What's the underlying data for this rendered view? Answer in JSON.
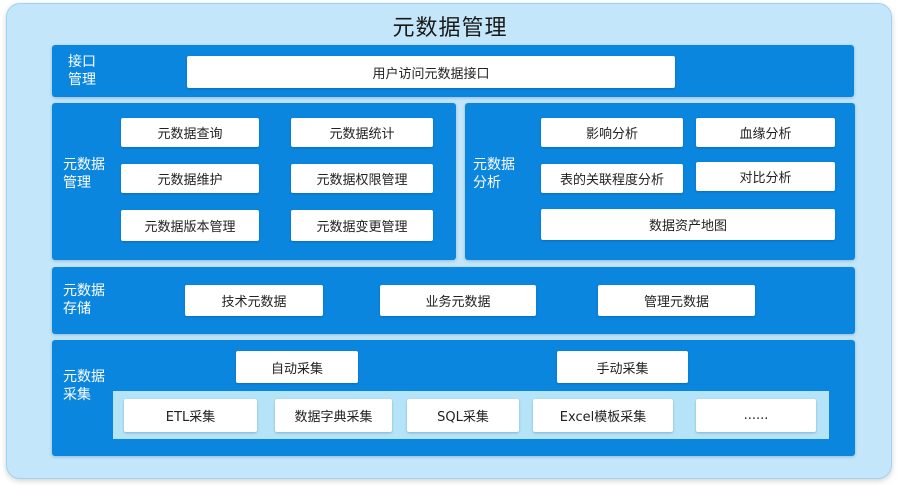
{
  "title": "元数据管理",
  "interface": {
    "label_line1": "接口",
    "label_line2": "管理",
    "items": [
      "用户访问元数据接口"
    ]
  },
  "management": {
    "label_line1": "元数据",
    "label_line2": "管理",
    "items": [
      "元数据查询",
      "元数据统计",
      "元数据维护",
      "元数据权限管理",
      "元数据版本管理",
      "元数据变更管理"
    ]
  },
  "analysis": {
    "label_line1": "元数据",
    "label_line2": "分析",
    "items": [
      "影响分析",
      "血缘分析",
      "表的关联程度分析",
      "对比分析",
      "数据资产地图"
    ]
  },
  "storage": {
    "label_line1": "元数据",
    "label_line2": "存储",
    "items": [
      "技术元数据",
      "业务元数据",
      "管理元数据"
    ]
  },
  "collection": {
    "label_line1": "元数据",
    "label_line2": "采集",
    "modes": [
      "自动采集",
      "手动采集"
    ],
    "methods": [
      "ETL采集",
      "数据字典采集",
      "SQL采集",
      "Excel模板采集",
      "......"
    ]
  },
  "colors": {
    "panel": "#0b86df",
    "background": "#c3e6fa",
    "box": "#ffffff"
  }
}
